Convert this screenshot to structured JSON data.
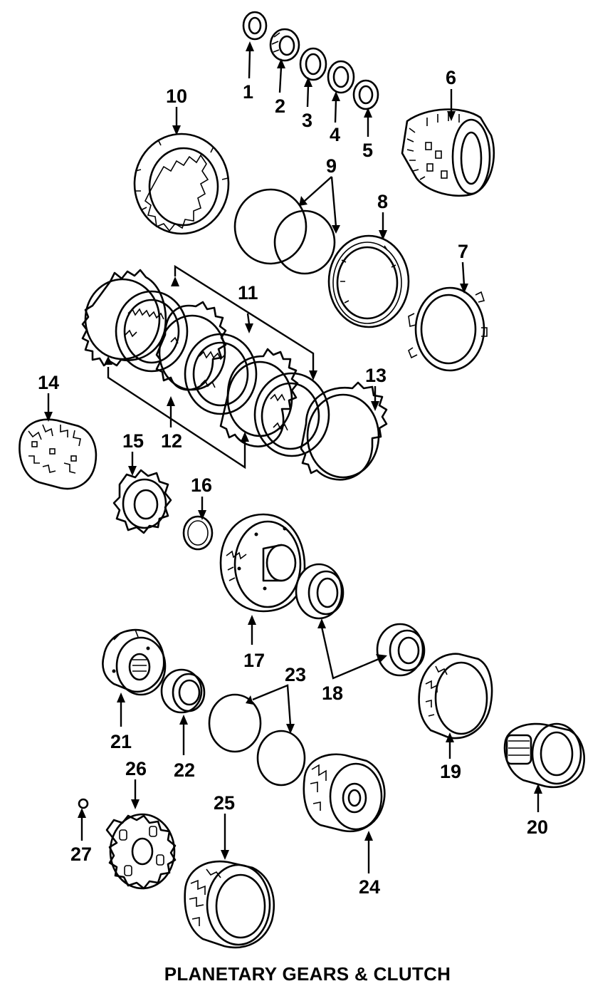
{
  "caption": "PLANETARY GEARS & CLUTCH",
  "callouts": {
    "c1": "1",
    "c2": "2",
    "c3": "3",
    "c4": "4",
    "c5": "5",
    "c6": "6",
    "c7": "7",
    "c8": "8",
    "c9": "9",
    "c10": "10",
    "c11": "11",
    "c12": "12",
    "c13": "13",
    "c14": "14",
    "c15": "15",
    "c16": "16",
    "c17": "17",
    "c18": "18",
    "c19": "19",
    "c20": "20",
    "c21": "21",
    "c22": "22",
    "c23": "23",
    "c24": "24",
    "c25": "25",
    "c26": "26",
    "c27": "27"
  }
}
